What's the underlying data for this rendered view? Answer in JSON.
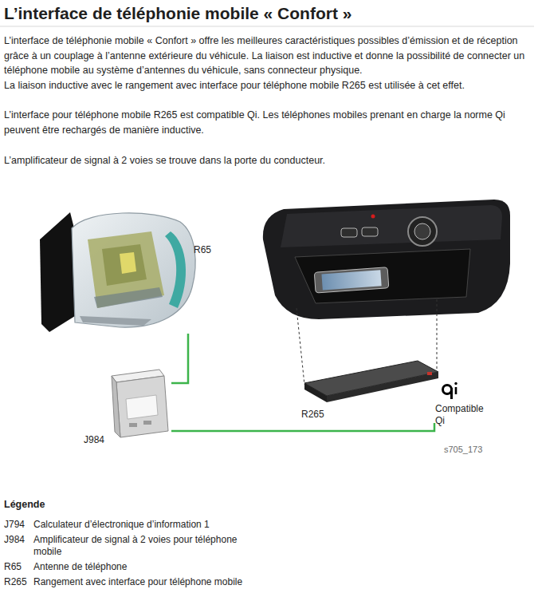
{
  "diagram": {
    "title": "L’interface de téléphonie mobile « Confort »",
    "nodes": [
      {
        "text": [
          "R65"
        ]
      },
      {
        "text": [
          "J984"
        ]
      },
      {
        "text": [
          "R265"
        ]
      }
    ],
    "edges": [
      {
        "from": 0,
        "to": 1,
        "arrow": "none"
      },
      {
        "from": 1,
        "to": 2,
        "arrow": "none"
      }
    ],
    "labels": [
      "L’interface de téléphonie mobile « Confort » offre les meilleures caractéristiques possibles d’émission et de réception grâce à un couplage à l’antenne extérieure du véhicule. La liaison est inductive et donne la possibilité de connecter un téléphone mobile au système d’antennes du véhicule, sans connecteur physique.",
      "La liaison inductive avec le rangement avec interface pour téléphone mobile R265 est utilisée à cet effet.",
      "L’interface pour téléphone mobile R265 est compatible Qi. Les téléphones mobiles prenant en charge la norme Qi peuvent être rechargés de manière inductive.",
      "L’amplificateur de signal à 2 voies se trouve dans la porte du conducteur.",
      "Compatible Qi",
      "s705_173",
      "Légende",
      "J794",
      "Calculateur d’électronique d’information 1",
      "J984",
      "Amplificateur de signal à 2 voies pour téléphone mobile",
      "R65",
      "Antenne de téléphone",
      "R265",
      "Rangement avec interface pour téléphone mobile"
    ]
  }
}
